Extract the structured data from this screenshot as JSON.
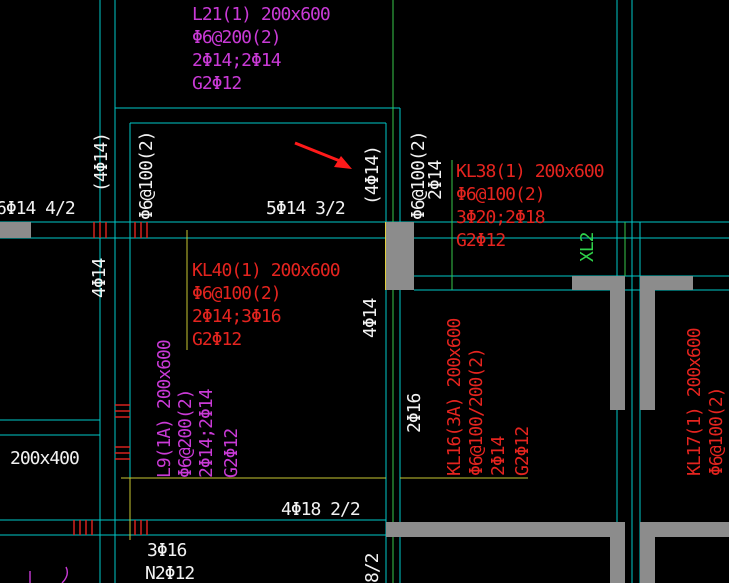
{
  "colors": {
    "background": "#000000",
    "beam_label": "#e5241f",
    "secondary_beam_label": "#c93ad6",
    "rebar_note": "#f2f2f2",
    "axis_line": "#00c8c8",
    "column_fill": "#8c8c8c",
    "annotation_arrow": "#ff1a1a",
    "lintel_label": "#2fd14a",
    "dim_line": "#c8c832"
  },
  "labels": {
    "l21": [
      "L21(1) 200x600",
      "Φ6@200(2)",
      "2Φ14;2Φ14",
      "G2Φ12"
    ],
    "kl38": [
      "KL38(1) 200x600",
      "Φ6@100(2)",
      "3Φ20;2Φ18",
      "G2Φ12"
    ],
    "kl40": [
      "KL40(1) 200x600",
      "Φ6@100(2)",
      "2Φ14;3Φ16",
      "G2Φ12"
    ],
    "l9": [
      "L9(1A) 200x600",
      "Φ6@200(2)",
      "2Φ14;2Φ14",
      "G2Φ12"
    ],
    "kl16": [
      "KL16(3A) 200x600",
      "Φ6@100/200(2)",
      "2Φ14",
      "G2Φ12"
    ],
    "kl17": [
      "KL17(1) 200x600",
      "Φ6@100(2)"
    ],
    "xl2": "XL2",
    "rebar": {
      "left_top": "6Φ14 4/2",
      "mid_top": "5Φ14 3/2",
      "left_vertical_pair": "(4Φ14)",
      "left_stirrup": "Φ6@100(2)",
      "left_bottom_bar": "4Φ14",
      "right_vertical_pair": "(4Φ14)",
      "col_stirrup": "Φ6@100(2)",
      "col_bars": "2Φ14",
      "mid_vertical": "4Φ14",
      "mid_right_vertical": "2Φ16",
      "bottom_mid": "4Φ18 2/2",
      "size_left": "200x400",
      "bottom_left_1": "3Φ16",
      "bottom_left_2": "N2Φ12",
      "bottom_cut": "8/2"
    }
  }
}
